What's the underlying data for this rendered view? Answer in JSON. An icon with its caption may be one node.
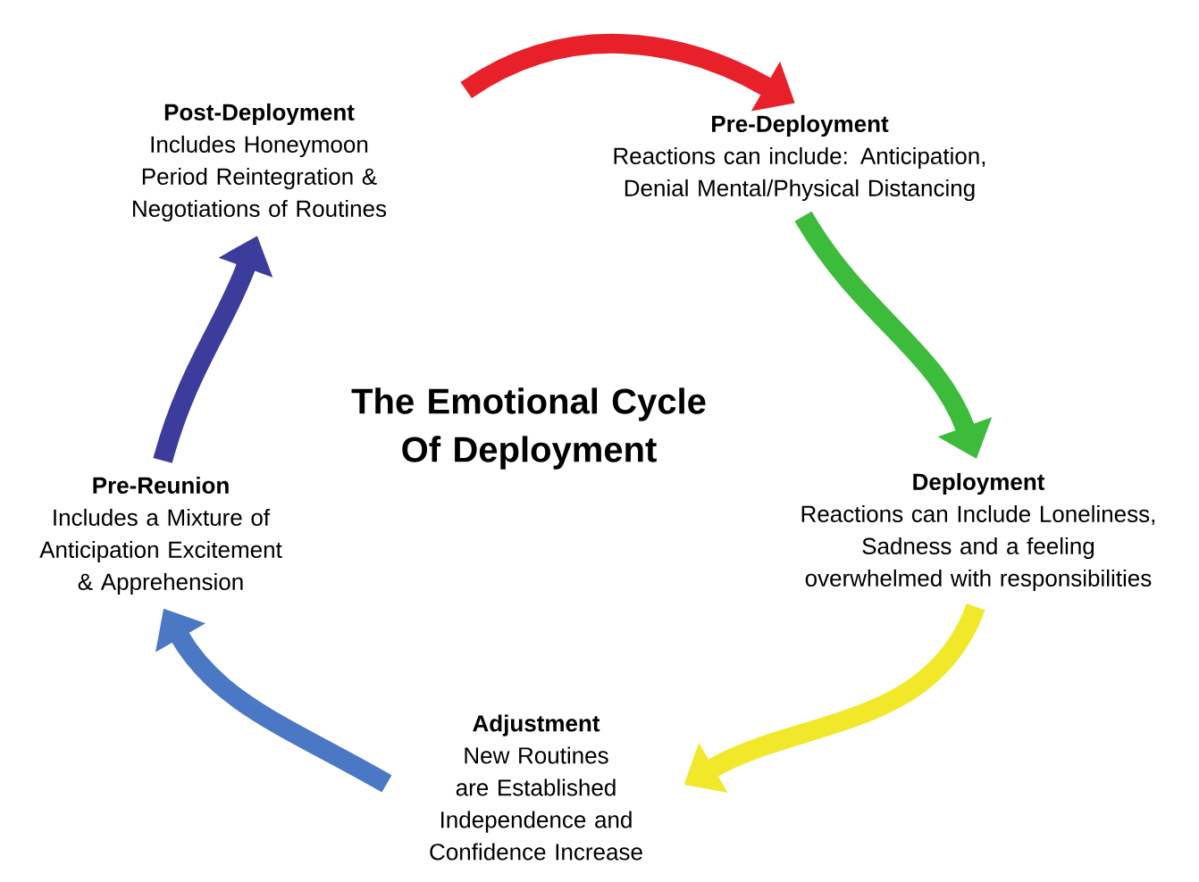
{
  "diagram": {
    "title": "The Emotional Cycle Of Deployment",
    "nodes": [
      {
        "text": [
          "Post-Deployment",
          "Includes Honeymoon Period Reintegration & Negotiations of Routines"
        ]
      },
      {
        "text": [
          "Pre-Deployment",
          "Reactions can include: Anticipation, Denial Mental/Physical Distancing"
        ]
      },
      {
        "text": [
          "Deployment",
          "Reactions can Include Loneliness, Sadness and a feeling overwhelmed with responsibilities"
        ]
      },
      {
        "text": [
          "Adjustment",
          "New Routines are Established Independence and Confidence Increase"
        ]
      },
      {
        "text": [
          "Pre-Reunion",
          "Includes a Mixture of Anticipation Excitement & Apprehension"
        ]
      }
    ],
    "edges": [
      {
        "from": 0,
        "to": 1,
        "arrow": "to",
        "color": "#e8202a"
      },
      {
        "from": 1,
        "to": 2,
        "arrow": "to",
        "color": "#3dbb3a"
      },
      {
        "from": 2,
        "to": 3,
        "arrow": "to",
        "color": "#f2e82a"
      },
      {
        "from": 3,
        "to": 4,
        "arrow": "to",
        "color": "#4a78c4"
      },
      {
        "from": 4,
        "to": 0,
        "arrow": "to",
        "color": "#3c3c9c"
      }
    ]
  }
}
